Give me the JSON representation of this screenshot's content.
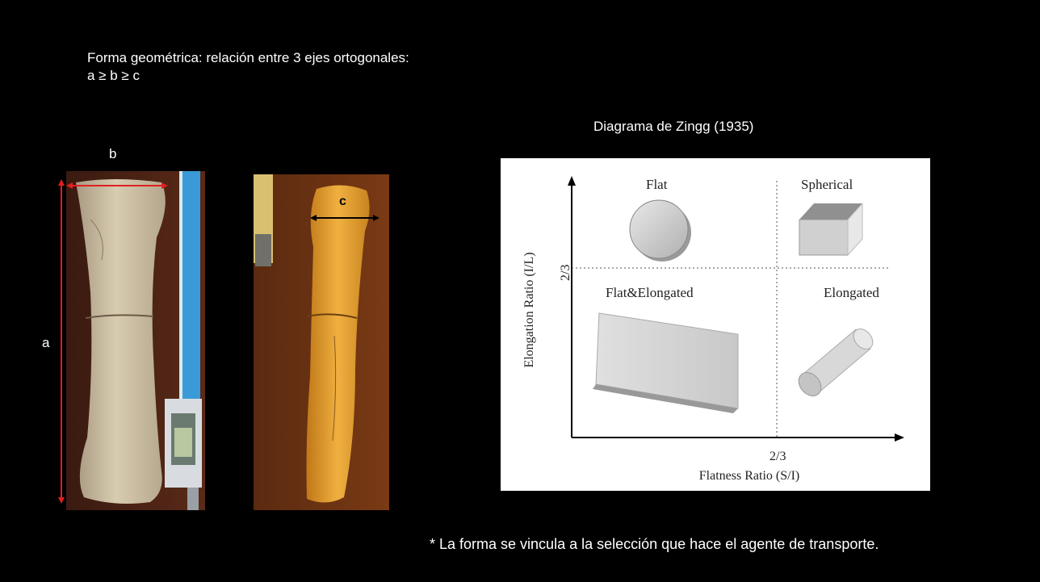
{
  "slide": {
    "heading_line1": "Forma geométrica: relación entre 3 ejes ortogonales:",
    "heading_line2": "a ≥ b  ≥ c",
    "axis_label_a": "a",
    "axis_label_b": "b",
    "axis_label_c": "c",
    "zingg_title": "Diagrama de Zingg (1935)",
    "footnote": "* La forma se vincula a la selección que hace el agente de transporte."
  },
  "zingg_diagram": {
    "y_axis_label": "Elongation Ratio (I/L)",
    "y_threshold": "2/3",
    "x_threshold": "2/3",
    "x_axis_label": "Flatness Ratio (S/I)",
    "quadrants": {
      "top_left": "Flat",
      "top_right": "Spherical",
      "bottom_left": "Flat&Elongated",
      "bottom_right": "Elongated"
    }
  },
  "colors": {
    "background": "#000000",
    "text": "#ffffff",
    "measure_arrow_red": "#e02020",
    "measure_arrow_black": "#000000"
  }
}
